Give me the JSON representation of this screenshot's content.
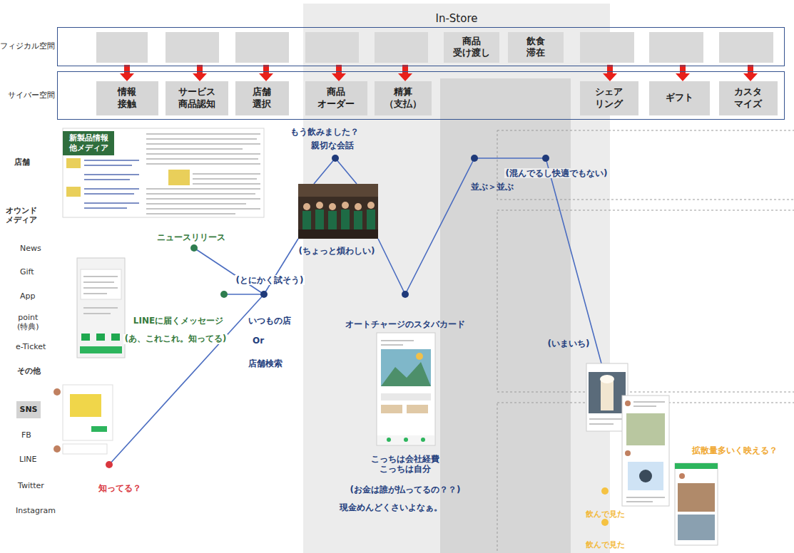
{
  "diagram": {
    "nodes": [
      {
        "text": [
          "In-Store"
        ]
      },
      {
        "text": [
          "フィジカル空間"
        ]
      },
      {
        "text": [
          "商品 受け渡し"
        ],
        "in": 1
      },
      {
        "text": [
          "飲食 滞在"
        ],
        "in": 1
      },
      {
        "text": [
          "サイバー空間"
        ]
      },
      {
        "text": [
          "情報 接触"
        ],
        "in": 4
      },
      {
        "text": [
          "サービス 商品認知"
        ],
        "in": 4
      },
      {
        "text": [
          "店舗 選択"
        ],
        "in": 4
      },
      {
        "text": [
          "商品 オーダー"
        ],
        "in": 4
      },
      {
        "text": [
          "精算 （支払）"
        ],
        "in": 4
      },
      {
        "text": [
          "シェア リング"
        ],
        "in": 4
      },
      {
        "text": [
          "ギフト"
        ],
        "in": 4
      },
      {
        "text": [
          "カスタ マイズ"
        ],
        "in": 4
      },
      {
        "text": [
          "新製品情報 他メディア"
        ]
      },
      {
        "text": [
          "SNS"
        ]
      }
    ],
    "labels": [
      "店舗",
      "オウンド メディア",
      "News",
      "Gift",
      "App",
      "point (特典)",
      "e-Ticket",
      "その他",
      "FB",
      "LINE",
      "Twitter",
      "Instagram",
      "ニュースリリース",
      "LINEに届くメッセージ",
      "(あ、これこれ。知ってる)",
      "知ってる？",
      "(とにかく試そう)",
      "いつもの店",
      "Or",
      "店舗検索",
      "もう飲みました？",
      "親切な会話",
      "(ちょっと煩わしい)",
      "オートチャージのスタバカード",
      "こっちは会社経費 こっちは自分",
      "(お金は誰が払ってるの？？)",
      "現金めんどくさいよなぁ。",
      "並ぶ＞並ぶ",
      "(混んでるし快適でもない)",
      "(いまいち)",
      "拡散量多いく映える？",
      "飲んで見た",
      "飲んで見た"
    ]
  }
}
